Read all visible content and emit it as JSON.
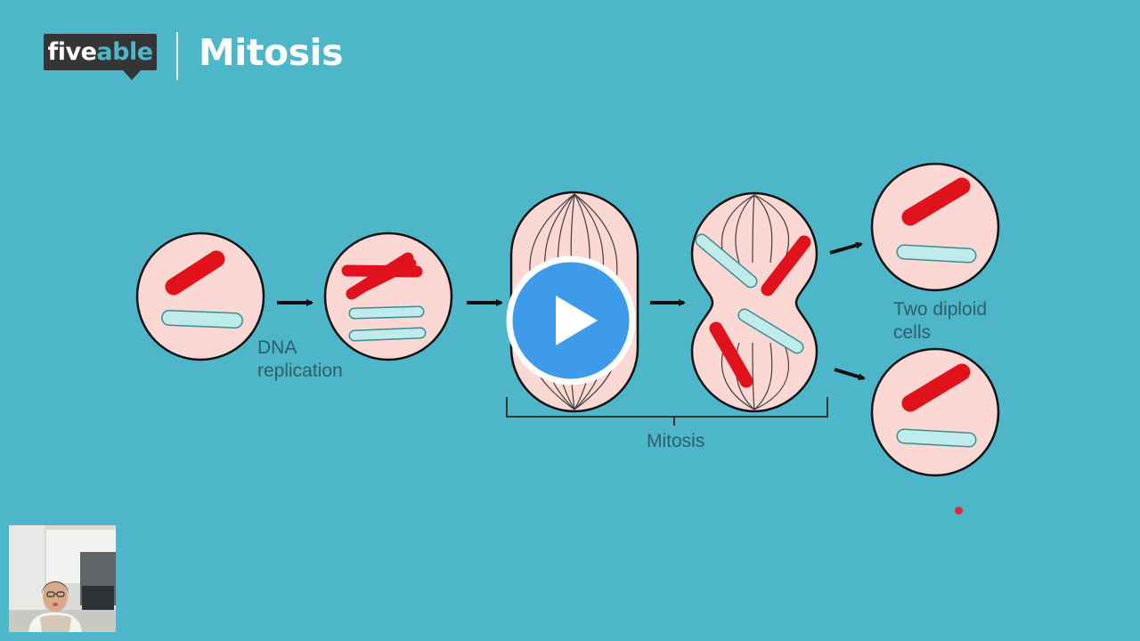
{
  "header": {
    "logo_part1": "five",
    "logo_part2": "able",
    "title": "Mitosis"
  },
  "diagram": {
    "label_dna_replication_line1": "DNA",
    "label_dna_replication_line2": "replication",
    "label_mitosis": "Mitosis",
    "label_result_line1": "Two diploid",
    "label_result_line2": "cells"
  },
  "colors": {
    "background": "#4db6c9",
    "cell_fill": "#fbd8d3",
    "chromosome_red": "#e0121b",
    "chromosome_cyan": "#bfeceb",
    "play_button": "#3d9be9"
  },
  "controls": {
    "play_icon": "play-icon"
  }
}
